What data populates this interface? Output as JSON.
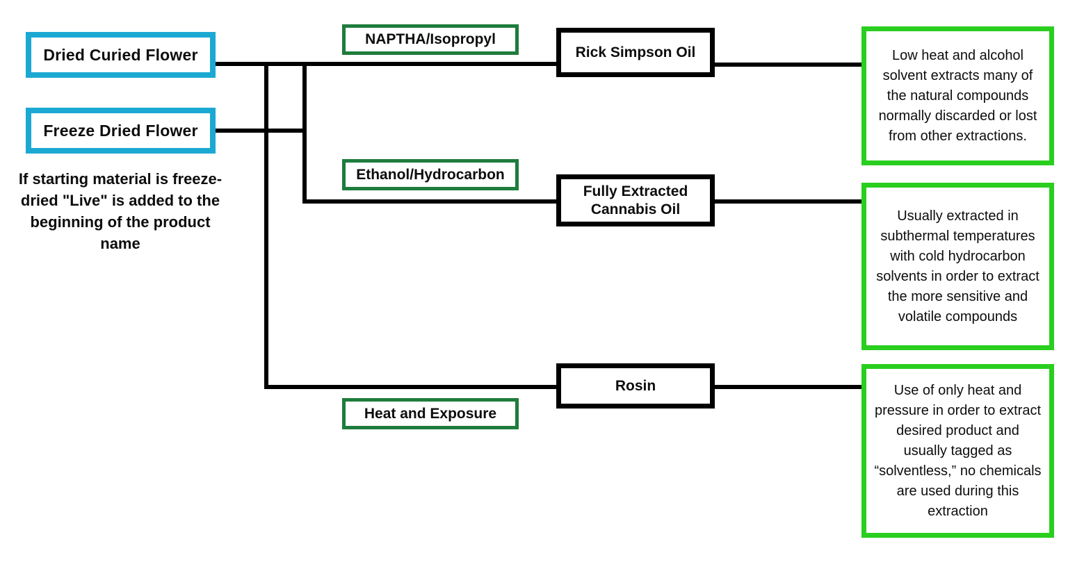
{
  "diagram": {
    "title_hint": "Cannabis extraction methods flowchart",
    "sources": [
      {
        "label": "Dried Curied Flower"
      },
      {
        "label": "Freeze Dried Flower"
      }
    ],
    "note": "If starting material is freeze-dried \"Live\" is added to the beginning of the product name",
    "methods": [
      {
        "label": "NAPTHA/Isopropyl"
      },
      {
        "label": "Ethanol/Hydrocarbon"
      },
      {
        "label": "Heat and Exposure"
      }
    ],
    "products": [
      {
        "label": "Rick Simpson Oil"
      },
      {
        "label": "Fully Extracted Cannabis Oil"
      },
      {
        "label": "Rosin"
      }
    ],
    "descriptions": [
      "Low heat and alcohol solvent extracts many of the natural compounds normally discarded or lost from other extractions.",
      "Usually extracted in subthermal temperatures with cold hydrocarbon solvents in order to extract the more sensitive and volatile compounds",
      "Use of only heat and pressure in order to extract desired product and usually tagged as “solventless,” no chemicals are used during this extraction"
    ],
    "colors": {
      "source_border": "#1BA9D3",
      "method_border": "#1E7C3C",
      "description_border": "#29CE1E",
      "product_border": "#000000",
      "connector": "#000000",
      "background": "#FFFFFF"
    }
  }
}
